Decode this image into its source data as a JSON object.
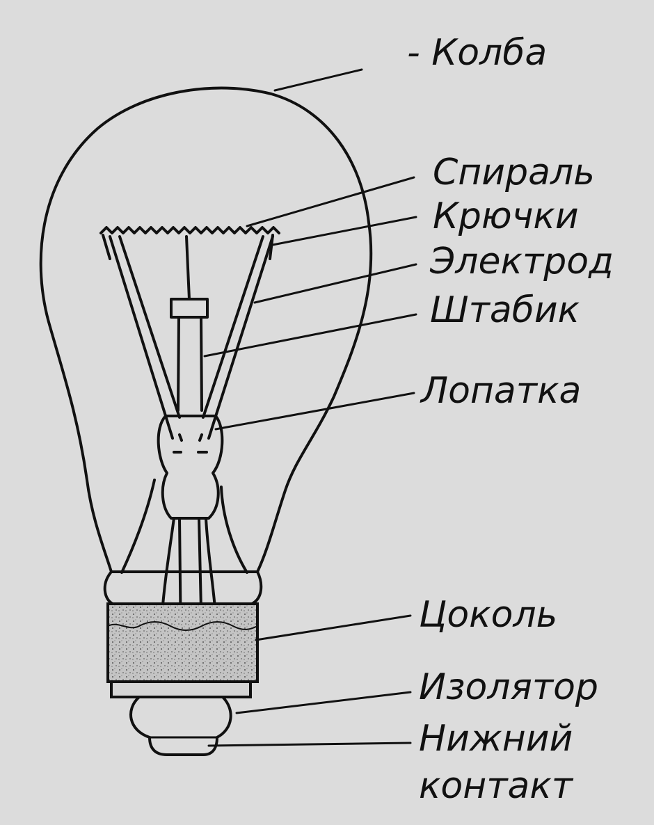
{
  "labels": {
    "kolba": "- Колба",
    "spiral": "Спираль",
    "kryuchki": "Крючки",
    "elektrod": "Электрод",
    "shtabik": "Штабик",
    "lopatka": "Лопатка",
    "tsokol": "Цоколь",
    "izolyator": "Изолятор",
    "nizhniy": "Нижний",
    "kontakt": "контакт"
  },
  "colors": {
    "ink": "#111111",
    "paper": "#dcdcdc",
    "base_fill": "#bdbdbd"
  }
}
